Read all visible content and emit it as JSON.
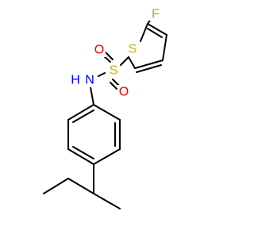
{
  "molecule": {
    "atoms": {
      "fluorine": "F",
      "thiophene_sulfur": "S",
      "sulfonyl_sulfur": "S",
      "oxygen_top": "O",
      "oxygen_bottom": "O",
      "nitrogen": "N",
      "amine_hydrogen": "H"
    },
    "colors": {
      "bond": "#000000",
      "sulfur": "#c8b400",
      "oxygen": "#ff0000",
      "nitrogen": "#0000ff",
      "fluorine": "#8fbf00",
      "hydrogen": "#0000ff"
    }
  }
}
